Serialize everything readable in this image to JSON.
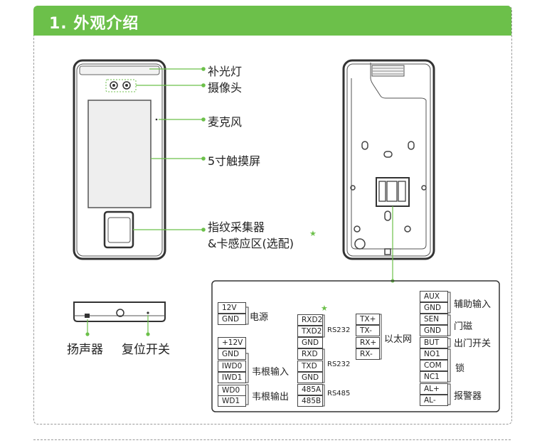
{
  "header": {
    "title": "1. 外观介绍"
  },
  "front_labels": {
    "fill_light": "补光灯",
    "camera": "摄像头",
    "microphone": "麦克风",
    "touchscreen": "5寸触摸屏",
    "fingerprint_line1": "指纹采集器",
    "fingerprint_line2": "&卡感应区(选配)",
    "star": "★"
  },
  "bottom_labels": {
    "speaker": "扬声器",
    "reset": "复位开关"
  },
  "wiring": {
    "power": {
      "pins": [
        "12V",
        "GND"
      ],
      "label": "电源"
    },
    "wiegand_in": {
      "pins": [
        "+12V",
        "GND",
        "IWD0",
        "IWD1"
      ],
      "label": "韦根输入"
    },
    "wiegand_out": {
      "pins": [
        "WD0",
        "WD1"
      ],
      "label": "韦根输出"
    },
    "rs232_a": {
      "pins": [
        "RXD2",
        "TXD2",
        "GND"
      ],
      "label": "RS232",
      "star": "★"
    },
    "rs232_b": {
      "pins": [
        "RXD",
        "TXD",
        "GND"
      ],
      "label": "RS232"
    },
    "rs485": {
      "pins": [
        "485A",
        "485B"
      ],
      "label": "RS485"
    },
    "ethernet": {
      "pins": [
        "TX+",
        "TX-",
        "RX+",
        "RX-"
      ],
      "label": "以太网"
    },
    "aux_in": {
      "pins": [
        "AUX",
        "GND"
      ],
      "label": "辅助输入"
    },
    "door_sensor": {
      "pins": [
        "SEN",
        "GND"
      ],
      "label": "门磁"
    },
    "exit_button": {
      "pins": [
        "BUT"
      ],
      "label": "出门开关"
    },
    "lock": {
      "pins": [
        "NO1",
        "COM",
        "NC1"
      ],
      "label": "锁"
    },
    "alarm": {
      "pins": [
        "AL+",
        "AL-"
      ],
      "label": "报警器"
    }
  },
  "colors": {
    "accent": "#6cc04a",
    "device": "#333333",
    "screen": "#eeeeee"
  }
}
